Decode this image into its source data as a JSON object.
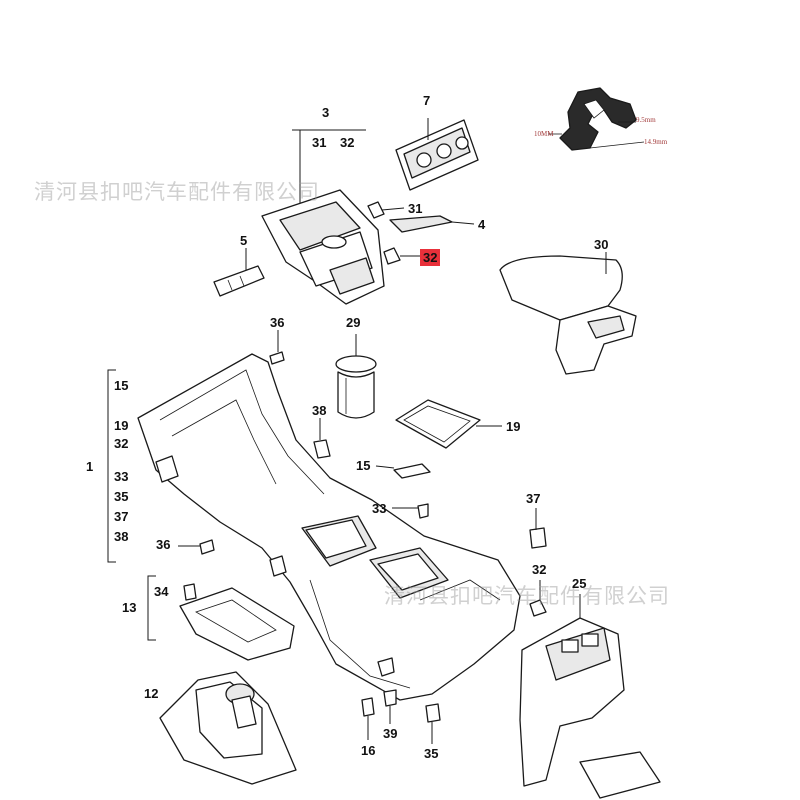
{
  "diagram": {
    "callouts": {
      "p3": "3",
      "p3_31": "31",
      "p3_32": "32",
      "p7": "7",
      "p31": "31",
      "p4": "4",
      "p32_hl": "32",
      "p5": "5",
      "p30": "30",
      "p36_top": "36",
      "p29": "29",
      "p38": "38",
      "p19_lid": "19",
      "p15_clip": "15",
      "p33_screw": "33",
      "p37": "37",
      "p36_mid": "36",
      "p32_low": "32",
      "p25": "25",
      "p34": "34",
      "p13": "13",
      "p12": "12",
      "p16": "16",
      "p39": "39",
      "p35": "35",
      "p1": "1"
    },
    "group1_list": [
      "15",
      "19",
      "32",
      "33",
      "35",
      "37",
      "38"
    ],
    "clip_dimensions": {
      "left": "10MM",
      "top": "9.5mm",
      "right": "14.9mm"
    },
    "highlight_color": "#e8303a",
    "watermark": "清河县扣吧汽车配件有限公司"
  }
}
